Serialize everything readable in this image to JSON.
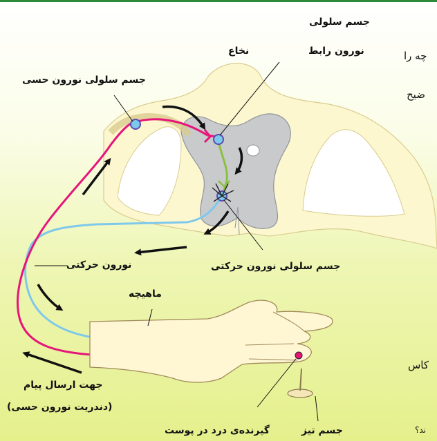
{
  "labels": {
    "cell_body_interneuron_line1": "جسم سلولی",
    "cell_body_interneuron_line2": "نورون رابط",
    "spinal_cord": "نخاع",
    "cell_body_sensory": "جسم سلولی نورون حسی",
    "motor_neuron": "نورون حرکتی",
    "cell_body_motor": "جسم سلولی نورون حرکتی",
    "muscle": "ماهیچه",
    "message_direction": "جهت ارسال پیام",
    "sensory_dendrite": "(دندریت نورون حسی)",
    "sharp_object": "جسم تیز",
    "pain_receptor": "گیرنده‌ی درد در پوست"
  },
  "side_text": {
    "t1": "چه را",
    "t2": "ضیح",
    "t3": "کاس",
    "t4": "ند؟"
  },
  "colors": {
    "sensory_neuron": "#e6157a",
    "motor_neuron": "#7ec8ec",
    "interneuron": "#8cc040",
    "gray_matter": "#c8cacc",
    "white_matter": "#fdf7d0",
    "skin": "#fff6d4",
    "arrow": "#111111"
  }
}
